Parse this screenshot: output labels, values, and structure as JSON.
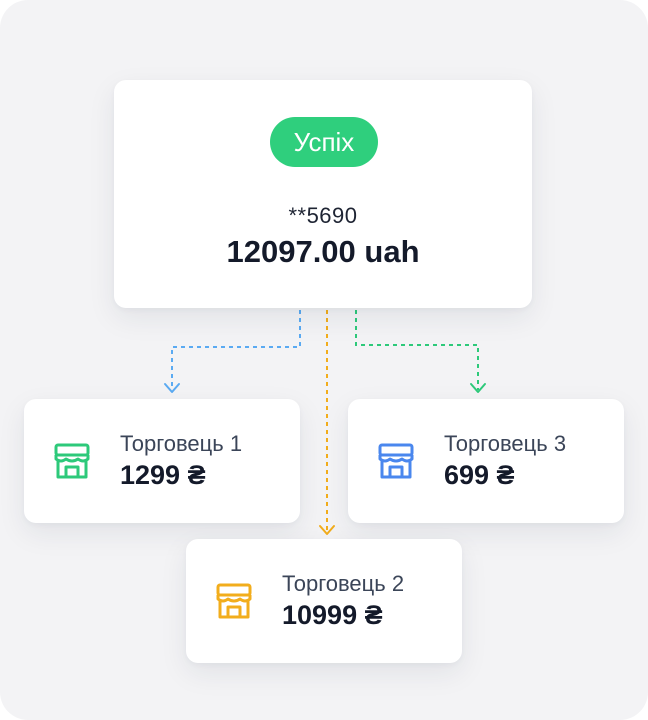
{
  "status": {
    "label": "Успіх",
    "color": "#2fcf7d"
  },
  "payment": {
    "card_mask": "**5690",
    "amount": "12097.00 uah"
  },
  "merchants": [
    {
      "name": "Торговець 1",
      "amount": "1299 ₴",
      "icon": "store-icon",
      "color": "#2dc97a"
    },
    {
      "name": "Торговець 2",
      "amount": "10999 ₴",
      "icon": "store-icon",
      "color": "#f2ad1c"
    },
    {
      "name": "Торговець 3",
      "amount": "699 ₴",
      "icon": "store-icon",
      "color": "#4a87ee"
    }
  ],
  "connector_colors": {
    "merchant_1": "#5aaaf2",
    "merchant_2": "#f2ad1c",
    "merchant_3": "#2dc97a"
  }
}
